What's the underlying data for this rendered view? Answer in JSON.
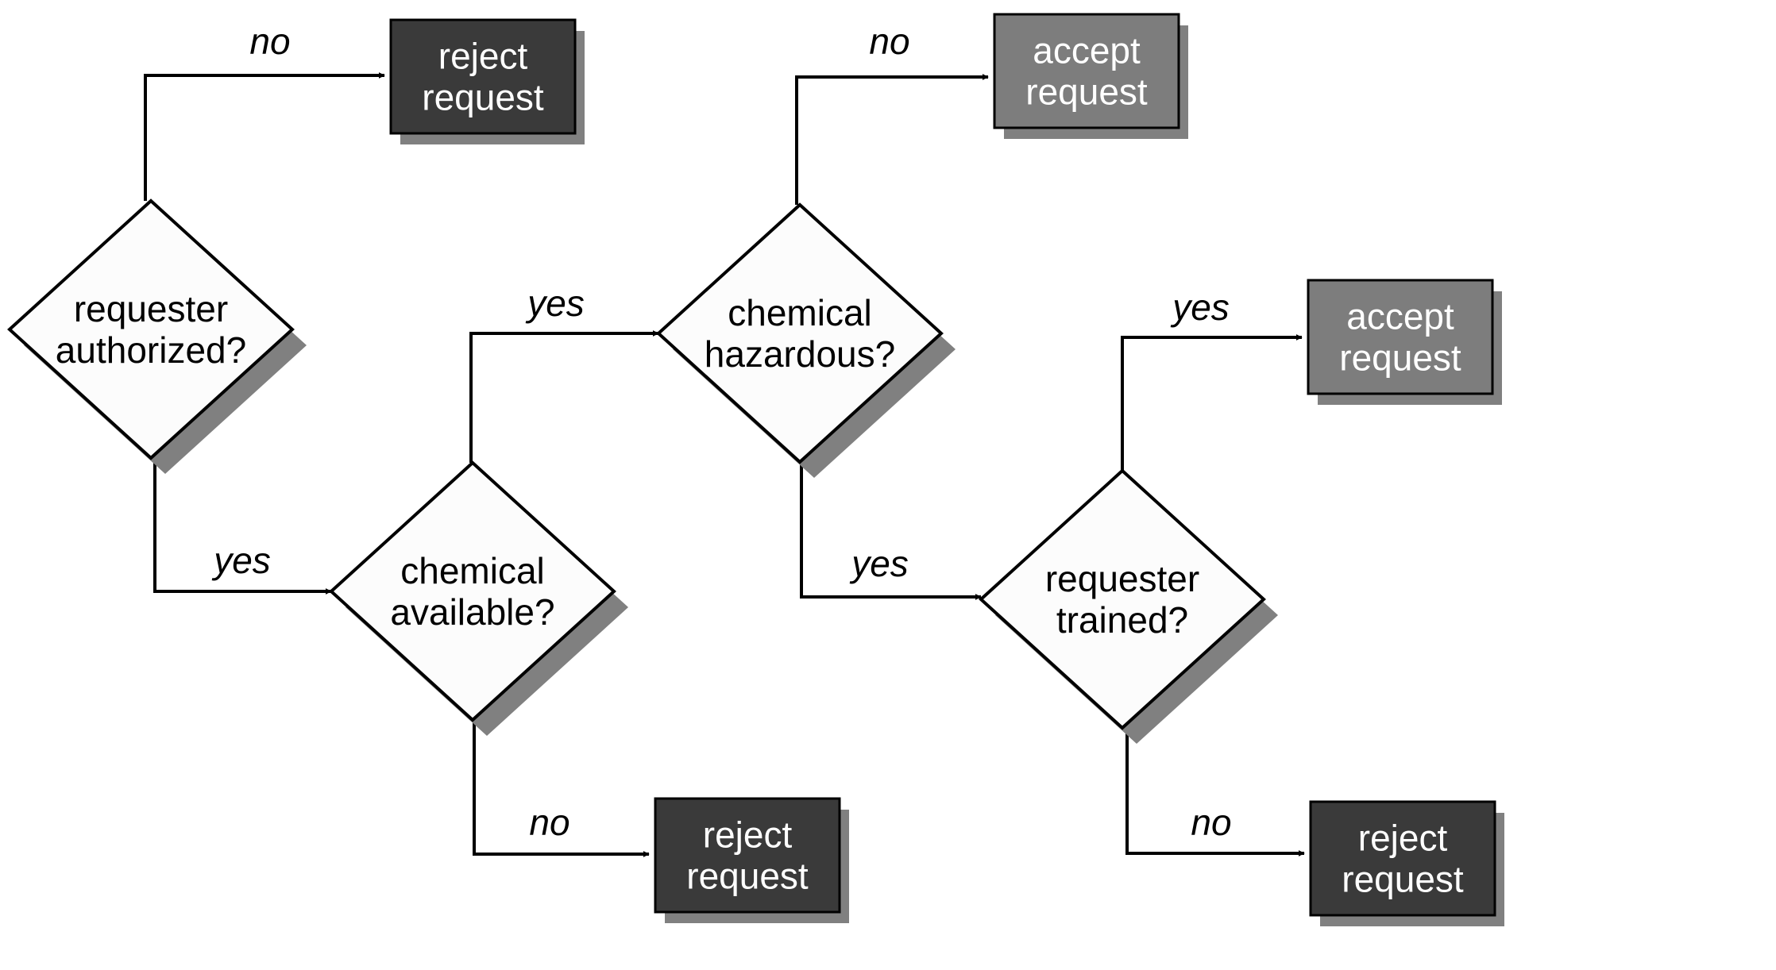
{
  "colors": {
    "background": "#ffffff",
    "diamond_fill": "#fcfcfc",
    "stroke": "#000000",
    "shadow": "#808080",
    "reject_fill": "#3a3a3a",
    "accept_fill": "#7d7d7d",
    "box_text": "#ffffff",
    "diamond_text": "#000000"
  },
  "nodes": {
    "d_authorized": {
      "kind": "decision",
      "lines": [
        "requester",
        "authorized?"
      ]
    },
    "d_available": {
      "kind": "decision",
      "lines": [
        "chemical",
        "available?"
      ]
    },
    "d_hazardous": {
      "kind": "decision",
      "lines": [
        "chemical",
        "hazardous?"
      ]
    },
    "d_trained": {
      "kind": "decision",
      "lines": [
        "requester",
        "trained?"
      ]
    },
    "o_reject_1": {
      "kind": "reject",
      "lines": [
        "reject",
        "request"
      ]
    },
    "o_accept_1": {
      "kind": "accept",
      "lines": [
        "accept",
        "request"
      ]
    },
    "o_accept_2": {
      "kind": "accept",
      "lines": [
        "accept",
        "request"
      ]
    },
    "o_reject_2": {
      "kind": "reject",
      "lines": [
        "reject",
        "request"
      ]
    },
    "o_reject_3": {
      "kind": "reject",
      "lines": [
        "reject",
        "request"
      ]
    }
  },
  "edges": [
    {
      "from": "d_authorized",
      "to": "o_reject_1",
      "label": "no"
    },
    {
      "from": "d_authorized",
      "to": "d_available",
      "label": "yes"
    },
    {
      "from": "d_available",
      "to": "d_hazardous",
      "label": "yes"
    },
    {
      "from": "d_available",
      "to": "o_reject_2",
      "label": "no"
    },
    {
      "from": "d_hazardous",
      "to": "o_accept_1",
      "label": "no"
    },
    {
      "from": "d_hazardous",
      "to": "d_trained",
      "label": "yes"
    },
    {
      "from": "d_trained",
      "to": "o_accept_2",
      "label": "yes"
    },
    {
      "from": "d_trained",
      "to": "o_reject_3",
      "label": "no"
    }
  ]
}
